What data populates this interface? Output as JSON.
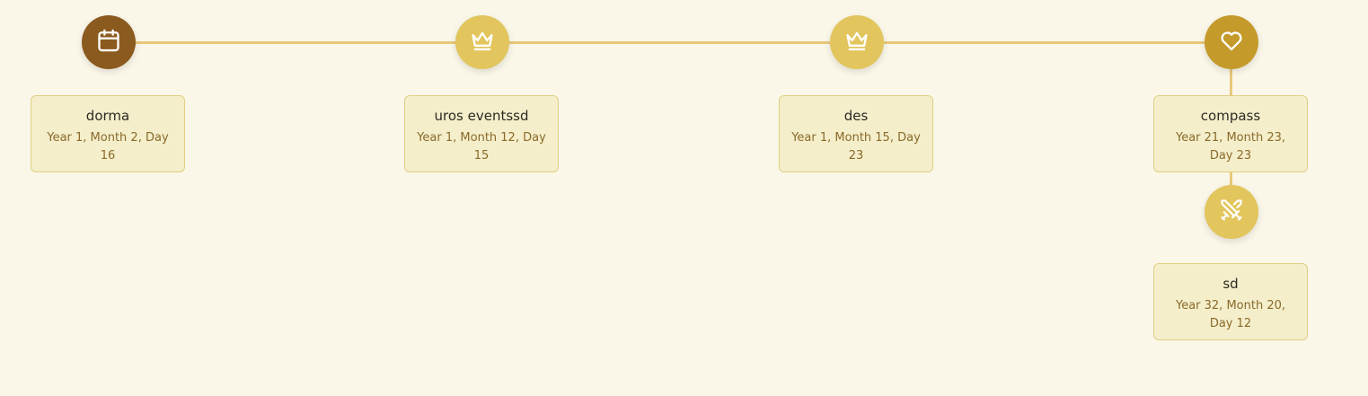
{
  "colors": {
    "background": "#faf7e9",
    "connector": "#e8c87a",
    "node_dark": "#8b5a1e",
    "node_light": "#e2c55c",
    "node_gold": "#c49a2a",
    "card_bg": "#f4eecb",
    "card_border": "#e2cf82",
    "date_text": "#8a6a2a"
  },
  "events": [
    {
      "title": "dorma",
      "date": "Year 1, Month 2, Day 16",
      "icon": "calendar-icon"
    },
    {
      "title": "uros eventssd",
      "date": "Year 1, Month 12, Day 15",
      "icon": "crown-icon"
    },
    {
      "title": "des",
      "date": "Year 1, Month 15, Day 23",
      "icon": "crown-icon"
    },
    {
      "title": "compass",
      "date": "Year 21, Month 23, Day 23",
      "icon": "heart-icon"
    },
    {
      "title": "sd",
      "date": "Year 32, Month 20, Day 12",
      "icon": "crossed-swords-icon"
    }
  ]
}
